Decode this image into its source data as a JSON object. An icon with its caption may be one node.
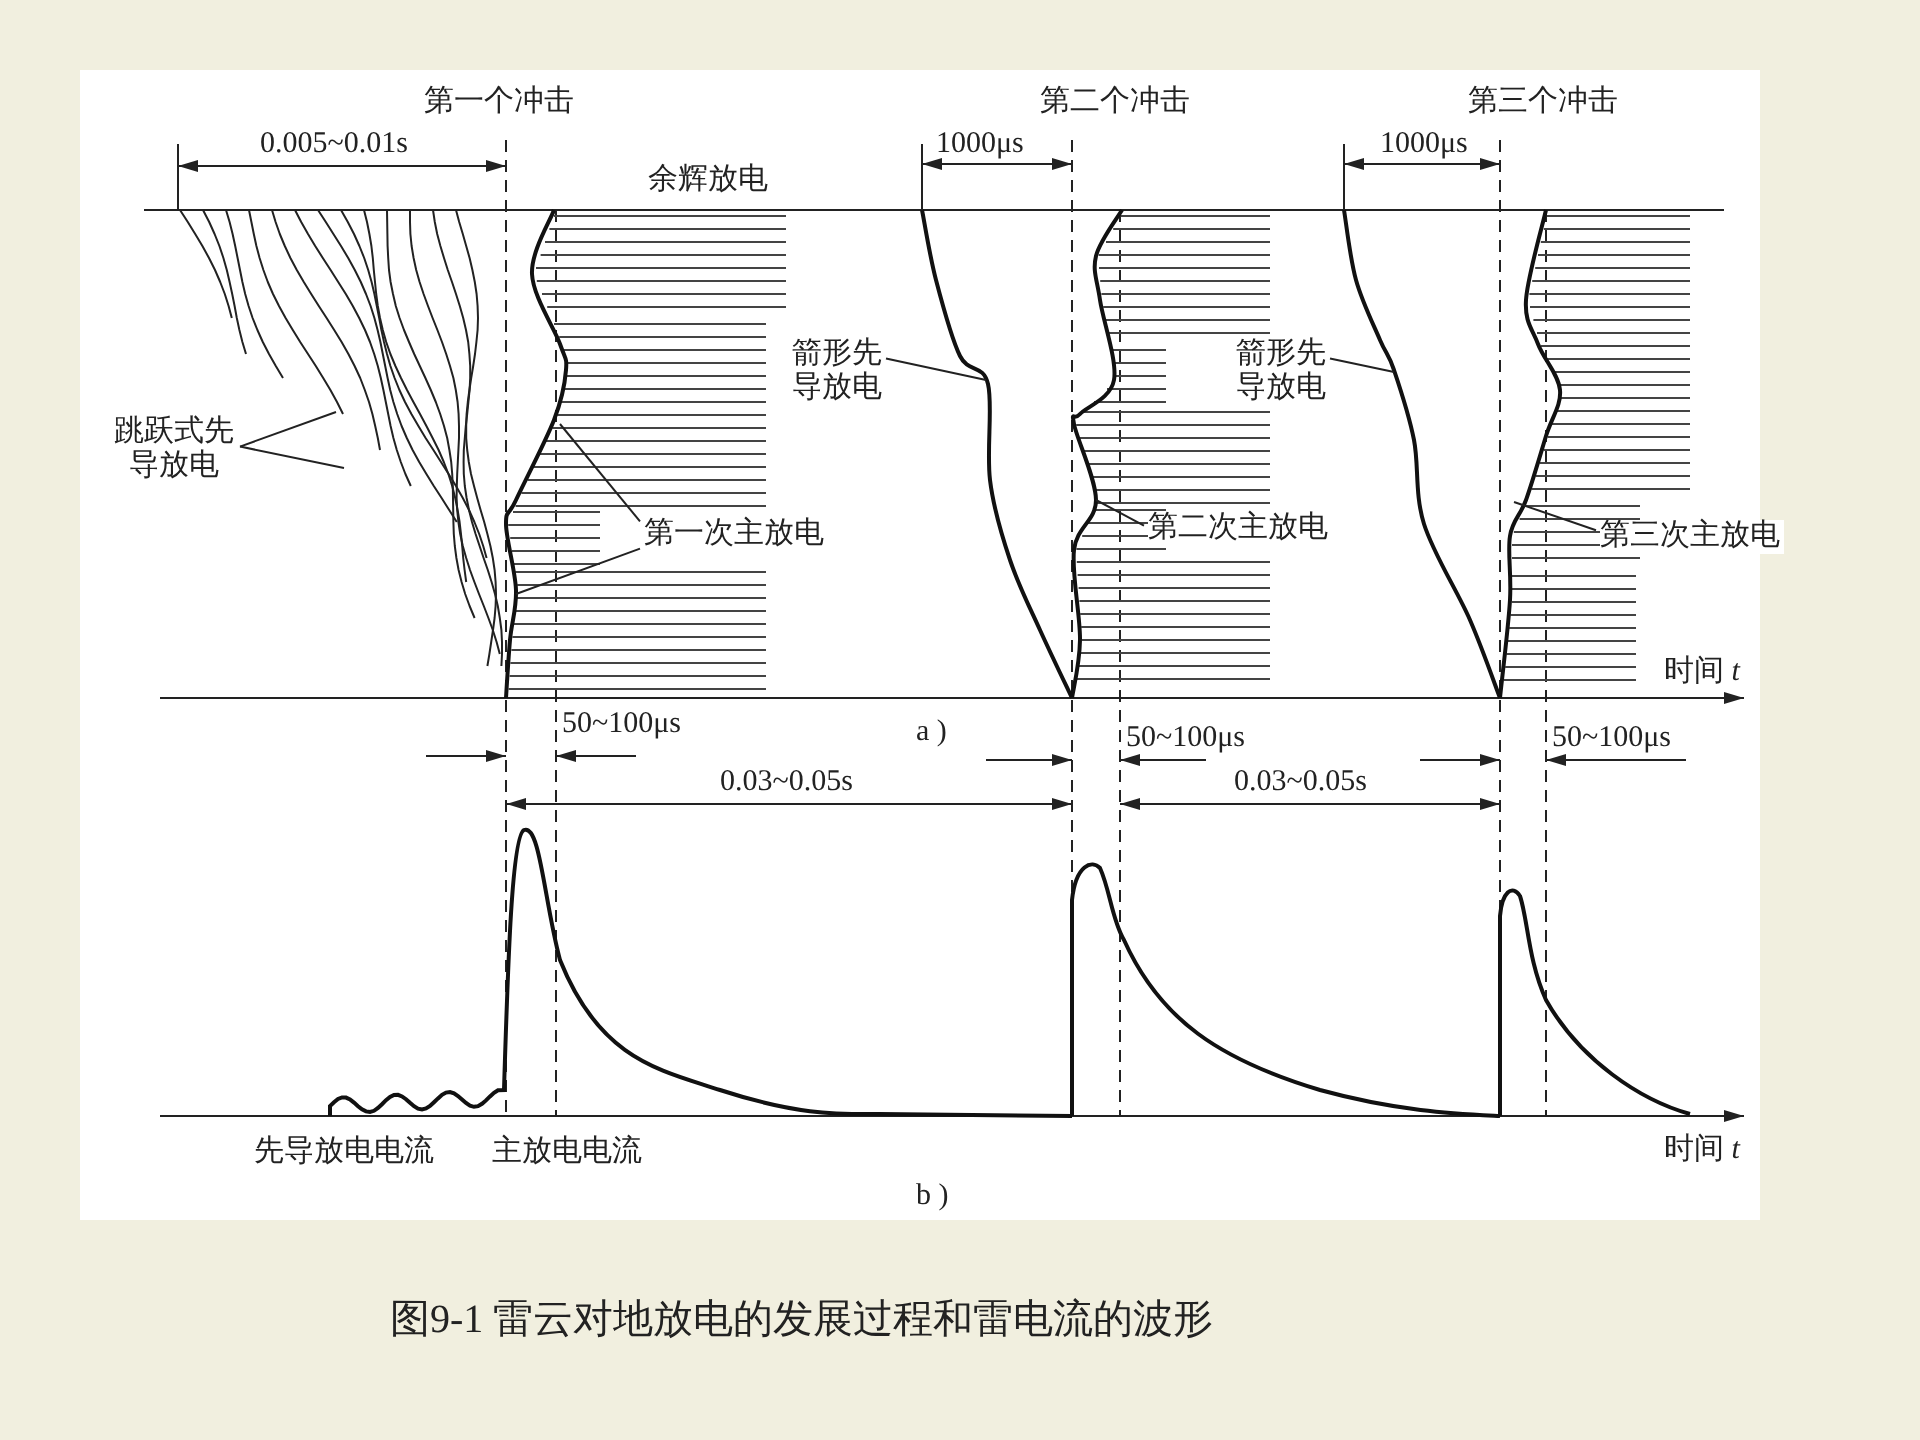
{
  "diagram": {
    "caption": "图9-1  雷云对地放电的发展过程和雷电流的波形",
    "nodes": [
      {
        "text": [
          "跳跃式先导放电"
        ]
      },
      {
        "text": [
          "第一次主放电"
        ]
      },
      {
        "text": [
          "箭形先导放电"
        ]
      },
      {
        "text": [
          "第二次主放电"
        ]
      },
      {
        "text": [
          "箭形先导放电"
        ]
      },
      {
        "text": [
          "第三次主放电"
        ]
      },
      {
        "text": [],
        "shape": "curve"
      },
      {
        "text": [],
        "shape": "curve"
      },
      {
        "text": [],
        "shape": "curve"
      },
      {
        "text": [],
        "shape": "curve"
      },
      {
        "text": [],
        "shape": "curve"
      },
      {
        "text": [],
        "shape": "curve"
      }
    ],
    "edges": [
      {
        "from": 0,
        "to": 6,
        "arrow": "none"
      },
      {
        "from": 0,
        "to": 6,
        "arrow": "none"
      },
      {
        "from": 1,
        "to": 7,
        "arrow": "none"
      },
      {
        "from": 1,
        "to": 7,
        "arrow": "none"
      },
      {
        "from": 2,
        "to": 8,
        "arrow": "none"
      },
      {
        "from": 3,
        "to": 9,
        "arrow": "none"
      },
      {
        "from": 4,
        "to": 10,
        "arrow": "none"
      },
      {
        "from": 5,
        "to": 11,
        "arrow": "none"
      }
    ],
    "labels": [
      "第一个冲击",
      "第二个冲击",
      "第三个冲击",
      "0.005~0.01s",
      "1000μs",
      "1000μs",
      "余辉放电",
      "时间 *t*",
      "50~100μs",
      "a )",
      "50~100μs",
      "50~100μs",
      "0.03~0.05s",
      "0.03~0.05s",
      "先导放电电流",
      "主放电电流",
      "时间 *t*",
      "b )"
    ]
  }
}
